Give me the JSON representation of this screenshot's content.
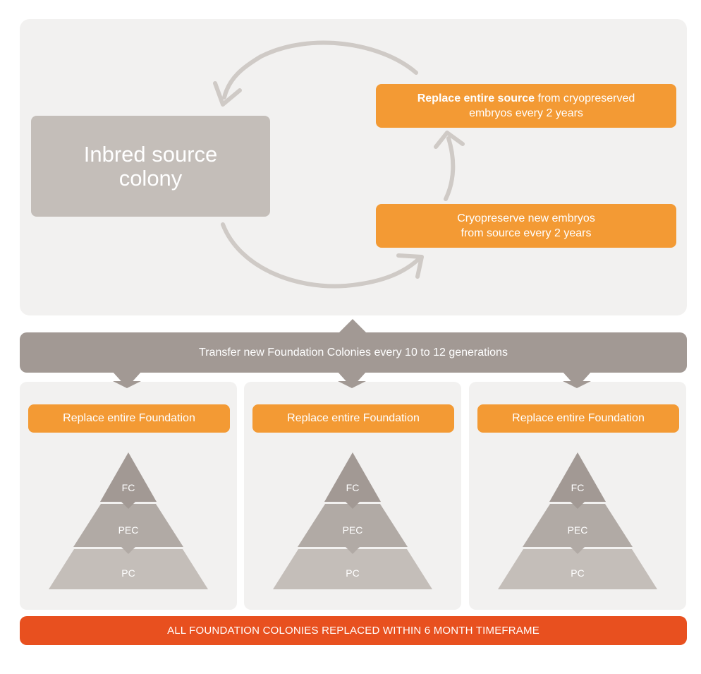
{
  "source": {
    "label": "Inbred source colony"
  },
  "replace_source": {
    "bold": "Replace entire source",
    "rest": " from cryopreserved",
    "line2": "embryos every 2 years"
  },
  "cryopreserve": {
    "line1": "Cryopreserve new embryos",
    "line2": "from source every 2 years"
  },
  "transfer": {
    "label": "Transfer new Foundation Colonies every 10 to 12 generations"
  },
  "columns": [
    {
      "label": "Replace entire Foundation",
      "tiers": [
        "FC",
        "PEC",
        "PC"
      ]
    },
    {
      "label": "Replace entire Foundation",
      "tiers": [
        "FC",
        "PEC",
        "PC"
      ]
    },
    {
      "label": "Replace entire Foundation",
      "tiers": [
        "FC",
        "PEC",
        "PC"
      ]
    }
  ],
  "footer": {
    "label": "ALL FOUNDATION COLONIES REPLACED WITHIN 6 MONTH TIMEFRAME"
  },
  "colors": {
    "orange": "#f39a34",
    "red_orange": "#e8501f",
    "gray_dark": "#a29994",
    "gray_box": "#c4beb9",
    "panel": "#f2f1f0"
  }
}
